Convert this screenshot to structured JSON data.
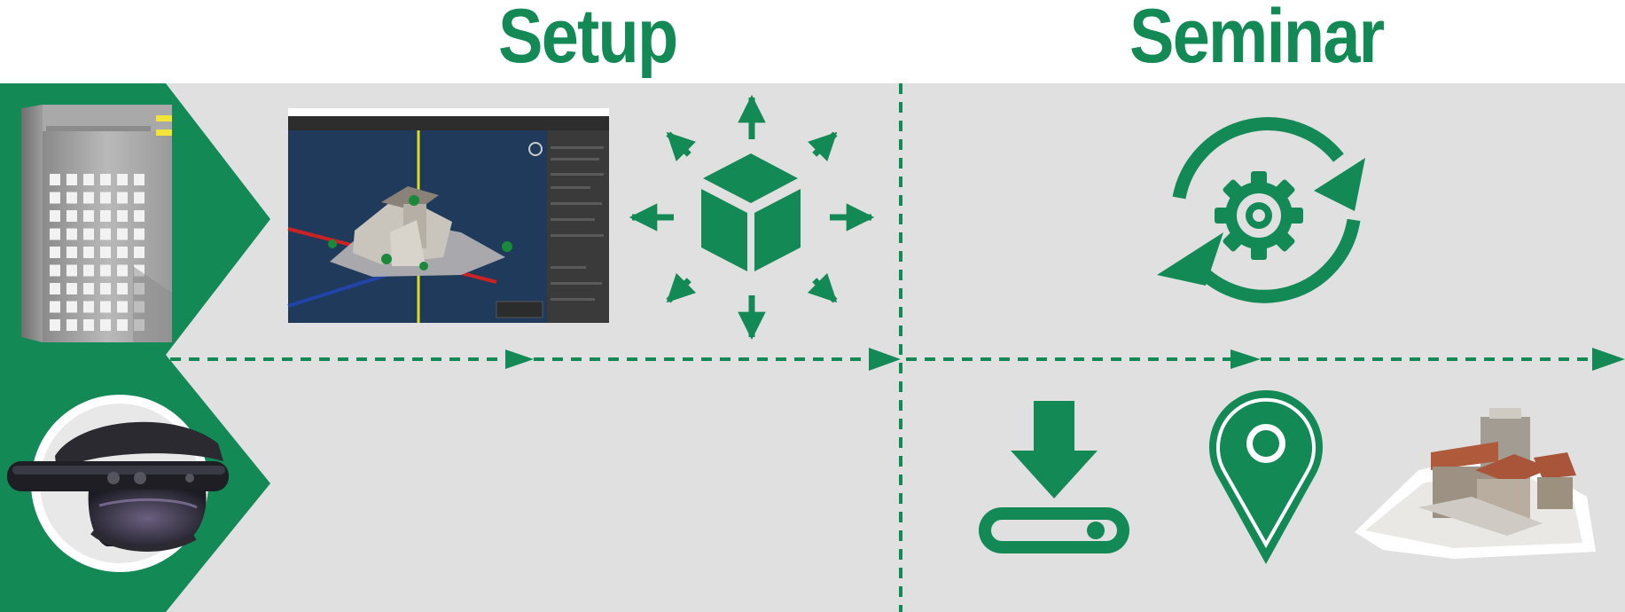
{
  "sections": {
    "setup": {
      "title": "Setup"
    },
    "seminar": {
      "title": "Seminar"
    }
  },
  "colors": {
    "accent": "#138a55",
    "panel_background": "#dfe0df",
    "unity_viewport": "#1f3a5a",
    "unity_panel": "#3a3a3a"
  },
  "icons": {
    "server": "server-tower-icon",
    "headset": "mixed-reality-headset-icon",
    "editor": "unity-editor-screenshot",
    "deploy": "cube-with-outward-arrows-icon",
    "sync": "gear-with-circular-arrows-icon",
    "download": "download-to-drive-icon",
    "location": "map-pin-icon",
    "model": "3d-church-model-image"
  }
}
